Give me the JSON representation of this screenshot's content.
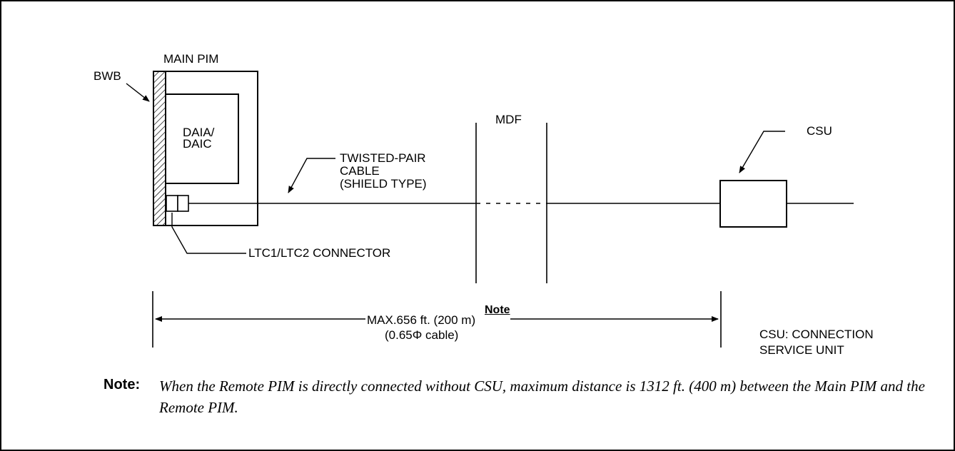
{
  "labels": {
    "main_pim": "MAIN PIM",
    "bwb": "BWB",
    "daia_daic": "DAIA/\nDAIC",
    "twisted_pair": "TWISTED-PAIR\nCABLE\n(SHIELD TYPE)",
    "ltc_connector": "LTC1/LTC2 CONNECTOR",
    "mdf": "MDF",
    "csu": "CSU",
    "distance": "MAX.656 ft. (200 m)",
    "distance_note": "Note",
    "cable_spec": "(0.65Φ cable)",
    "csu_definition": "CSU: CONNECTION\nSERVICE UNIT"
  },
  "note": {
    "label": "Note:",
    "text": "When the Remote PIM is directly connected without CSU, maximum distance is\n1312 ft. (400 m) between the Main PIM and the Remote PIM."
  }
}
